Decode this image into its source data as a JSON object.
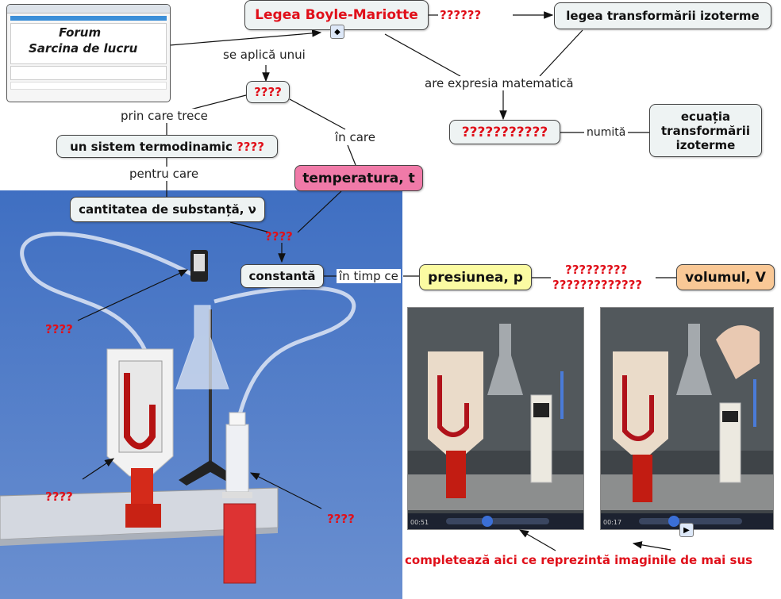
{
  "nodes": {
    "boyle": "Legea Boyle-Mariotte",
    "izoterma": "legea transformării izoterme",
    "q_sistem": "????",
    "sistem": "un sistem termodinamic",
    "sistem_q": "????",
    "cantitate": "cantitatea de substanță, ν",
    "temperatura": "temperatura, t",
    "constanta": "constantă",
    "q_expresie": "???????????",
    "ecuatia": "ecuația transformării izoterme",
    "presiunea": "presiunea, p",
    "volumul": "volumul, V"
  },
  "links": {
    "q_legea": "??????",
    "se_aplica": "se aplică unui",
    "prin_care": "prin care trece",
    "in_care": "în care",
    "pentru_care": "pentru care",
    "are_expresia": "are expresia matematică",
    "numita": "numită",
    "q_constanta": "????",
    "in_timp_ce": "în timp ce",
    "q_rel1": "?????????",
    "q_rel2": "?????????????"
  },
  "thumb": {
    "line1": "Forum",
    "line2": "Sarcina de lucru"
  },
  "photo_labels": {
    "q1": "????",
    "q2": "????",
    "q3": "????"
  },
  "videos": {
    "time1": "00:51",
    "time2": "00:17"
  },
  "instruction": "completează aici ce reprezintă imaginile de mai sus",
  "colors": {
    "node_bg": "#eef3f3",
    "temperatura_bg": "#f07aa8",
    "presiunea_bg": "#fbfba2",
    "volumul_bg": "#f9c896",
    "question_red": "#e0101a",
    "photo_bg": "#4a76c4"
  },
  "icons": [
    "map-icon",
    "play-icon"
  ]
}
